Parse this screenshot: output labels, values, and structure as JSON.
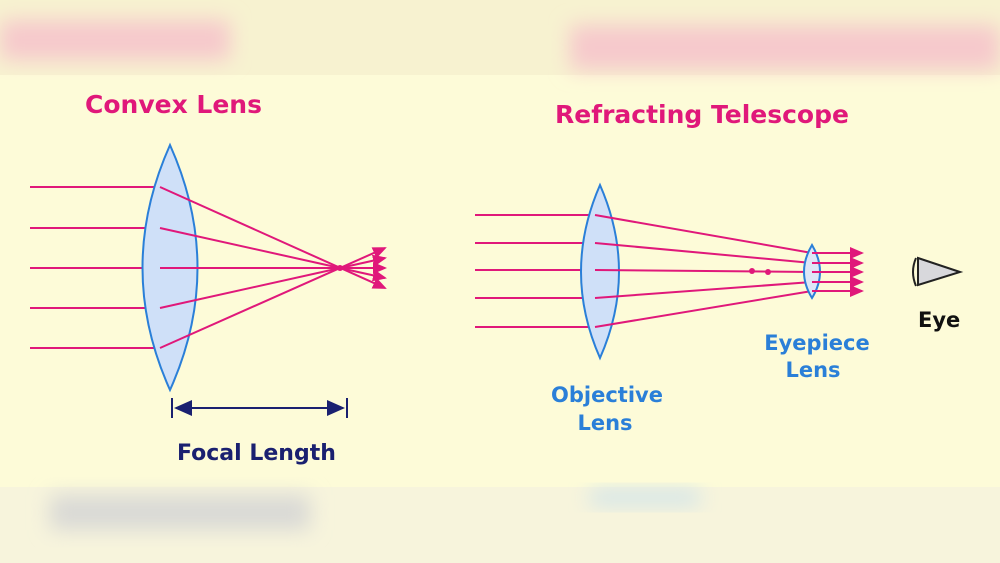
{
  "convex": {
    "title": "Convex Lens",
    "focal_label": "Focal Length"
  },
  "telescope": {
    "title": "Refracting Telescope",
    "objective_line1": "Objective",
    "objective_line2": "Lens",
    "eyepiece_line1": "Eyepiece",
    "eyepiece_line2": "Lens",
    "eye_label": "Eye"
  },
  "colors": {
    "background": "#fdfbd8",
    "ray": "#e0187a",
    "lens": "#2a7fd8",
    "title": "#e0187a",
    "focal": "#1a2070"
  }
}
